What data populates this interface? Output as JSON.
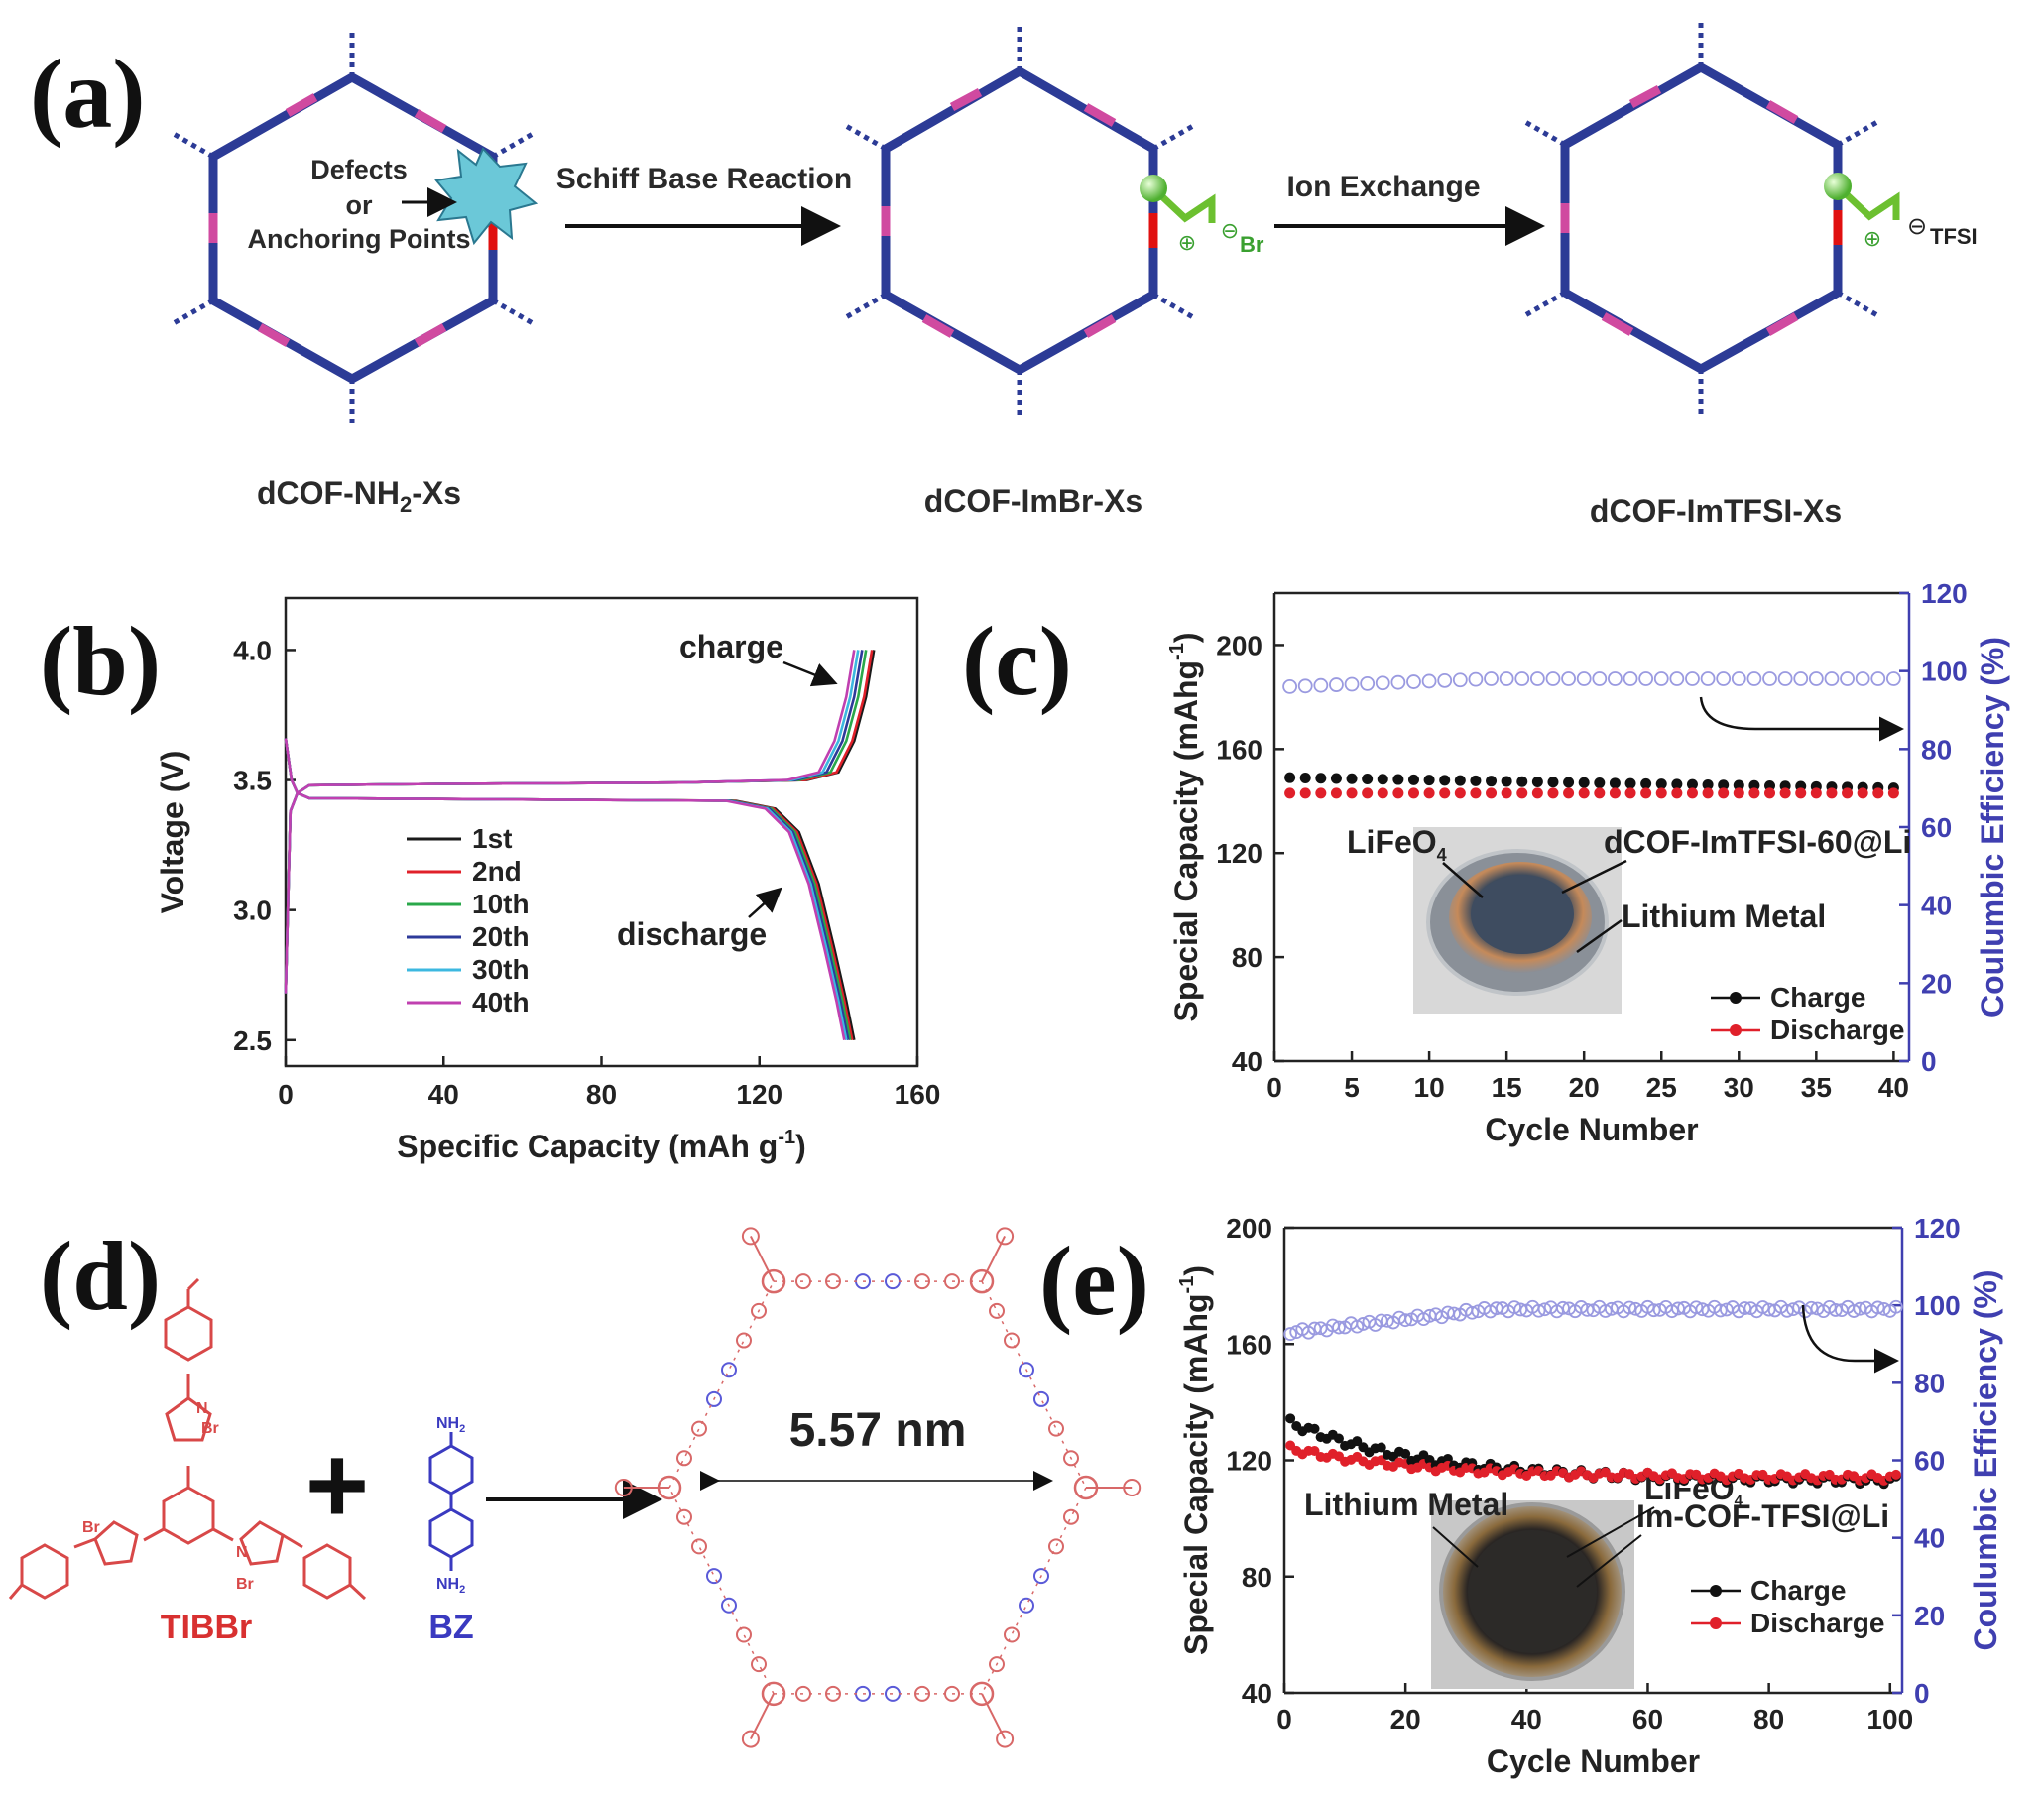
{
  "panels": {
    "a": {
      "letter": "(a)",
      "labels": {
        "defects": "Defects",
        "or": "or",
        "anchoring": "Anchoring Points",
        "schiff": "Schiff Base Reaction",
        "ion_exchange": "Ion Exchange",
        "anion1": "Br",
        "anion2": "TFSI",
        "plus_sign": "⊕",
        "minus_sign": "⊖"
      },
      "compounds": [
        {
          "name_pre": "dCOF-NH",
          "sub": "2",
          "name_post": "-Xs"
        },
        {
          "name_pre": "dCOF-ImBr-Xs",
          "sub": "",
          "name_post": ""
        },
        {
          "name_pre": "dCOF-ImTFSI-Xs",
          "sub": "",
          "name_post": ""
        }
      ]
    },
    "b": {
      "letter": "(b)",
      "annotations": {
        "charge": "charge",
        "discharge": "discharge"
      }
    },
    "c": {
      "letter": "(c)",
      "inset_labels": {
        "cathode": "LiFeO",
        "cathode_sub": "4",
        "electrolyte": "dCOF-ImTFSI-60@Li",
        "anode": "Lithium Metal"
      }
    },
    "d": {
      "letter": "(d)",
      "monomer1": "TIBBr",
      "monomer2": "BZ",
      "plus": "+",
      "pore_size": "5.57 nm",
      "atoms": {
        "br": "Br",
        "nh2": "NH",
        "nh2_sub": "2",
        "n": "N"
      }
    },
    "e": {
      "letter": "(e)",
      "inset_labels": {
        "anode": "Lithium Metal",
        "cathode": "LiFeO",
        "cathode_sub": "4",
        "electrolyte": "Im-COF-TFSI@Li"
      }
    }
  },
  "chart_data": [
    {
      "panel": "b",
      "type": "line",
      "xlabel": "Specific Capacity (mAh g",
      "xlabel_sup": "-1",
      "xlabel_end": ")",
      "ylabel": "Voltage (V)",
      "xlim": [
        0,
        160
      ],
      "ylim": [
        2.4,
        4.2
      ],
      "xticks": [
        0,
        40,
        80,
        120,
        160
      ],
      "yticks": [
        2.5,
        3.0,
        3.5,
        4.0
      ],
      "ytick_labels": [
        "2.5",
        "3.0",
        "3.5",
        "4.0"
      ],
      "series": [
        {
          "name": "1st",
          "color": "#1a1a1a",
          "charge_end": 149,
          "discharge_end": 144
        },
        {
          "name": "2nd",
          "color": "#e0202a",
          "charge_end": 148.5,
          "discharge_end": 143.5
        },
        {
          "name": "10th",
          "color": "#2aa84a",
          "charge_end": 147,
          "discharge_end": 143
        },
        {
          "name": "20th",
          "color": "#2d3a9a",
          "charge_end": 146,
          "discharge_end": 142.5
        },
        {
          "name": "30th",
          "color": "#3cb8e0",
          "charge_end": 145,
          "discharge_end": 142
        },
        {
          "name": "40th",
          "color": "#c040b0",
          "charge_end": 144,
          "discharge_end": 141.5
        }
      ],
      "charge_plateau": 3.48,
      "discharge_plateau": 3.43
    },
    {
      "panel": "c",
      "type": "scatter",
      "xlabel": "Cycle Number",
      "ylabel": "Special Capacity (mAhg",
      "ylabel_sup": "-1",
      "ylabel_end": ")",
      "y2label": "Coulumbic Efficiency (%)",
      "xlim": [
        0,
        41
      ],
      "ylim": [
        40,
        220
      ],
      "y2lim": [
        0,
        120
      ],
      "xticks": [
        0,
        5,
        10,
        15,
        20,
        25,
        30,
        35,
        40
      ],
      "yticks": [
        40,
        80,
        120,
        160,
        200
      ],
      "y2ticks": [
        0,
        20,
        40,
        60,
        80,
        100,
        120
      ],
      "series": [
        {
          "name": "Charge",
          "color": "#111111",
          "start": 149,
          "end": 145
        },
        {
          "name": "Discharge",
          "color": "#e0202a",
          "start": 143,
          "end": 143
        },
        {
          "name": "Efficiency",
          "color": "#9a9ae0",
          "axis": "right",
          "start": 96,
          "end": 98
        }
      ]
    },
    {
      "panel": "e",
      "type": "scatter",
      "xlabel": "Cycle Number",
      "ylabel": "Special Capacity (mAhg",
      "ylabel_sup": "-1",
      "ylabel_end": ")",
      "y2label": "Coulumbic Efficiency (%)",
      "xlim": [
        0,
        102
      ],
      "ylim": [
        40,
        200
      ],
      "y2lim": [
        0,
        120
      ],
      "xticks": [
        0,
        20,
        40,
        60,
        80,
        100
      ],
      "yticks": [
        40,
        80,
        120,
        160,
        200
      ],
      "y2ticks": [
        0,
        20,
        40,
        60,
        80,
        100,
        120
      ],
      "series": [
        {
          "name": "Charge",
          "color": "#111111",
          "start": 133,
          "end": 113
        },
        {
          "name": "Discharge",
          "color": "#e0202a",
          "start": 124,
          "end": 114
        },
        {
          "name": "Efficiency",
          "color": "#9a9ae0",
          "axis": "right",
          "start": 93,
          "end": 99
        }
      ]
    }
  ]
}
